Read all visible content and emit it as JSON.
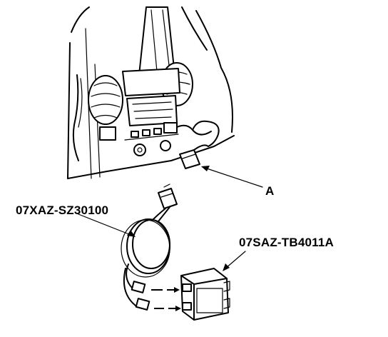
{
  "callouts": {
    "connector_a": "A",
    "adapter_cable": "07XAZ-SZ30100",
    "tester_unit": "07SAZ-TB4011A"
  }
}
